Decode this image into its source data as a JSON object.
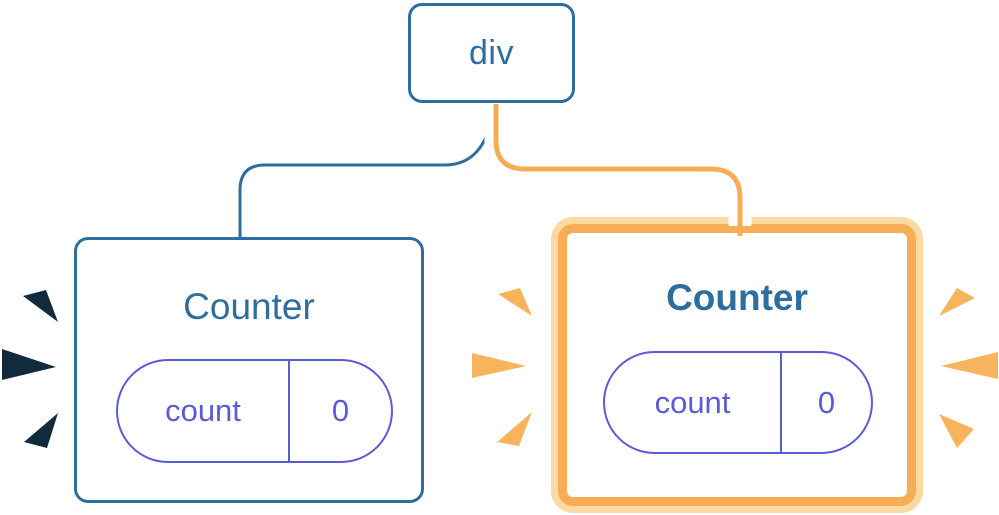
{
  "diagram": {
    "root_node": {
      "label": "div"
    },
    "left_counter": {
      "title": "Counter",
      "state": {
        "key": "count",
        "value": "0"
      },
      "highlighted": false
    },
    "right_counter": {
      "title": "Counter",
      "state": {
        "key": "count",
        "value": "0"
      },
      "highlighted": true
    }
  },
  "colors": {
    "background": "#ffffff",
    "tree_blue": "#2e6e9e",
    "state_purple": "#5b5bd6",
    "highlight_orange": "#f6ad55",
    "highlight_orange_light": "#fbd9a0",
    "spark_orange": "#f8b45c",
    "spark_dark": "#112a3c",
    "edge_casing": "#ffffff"
  }
}
